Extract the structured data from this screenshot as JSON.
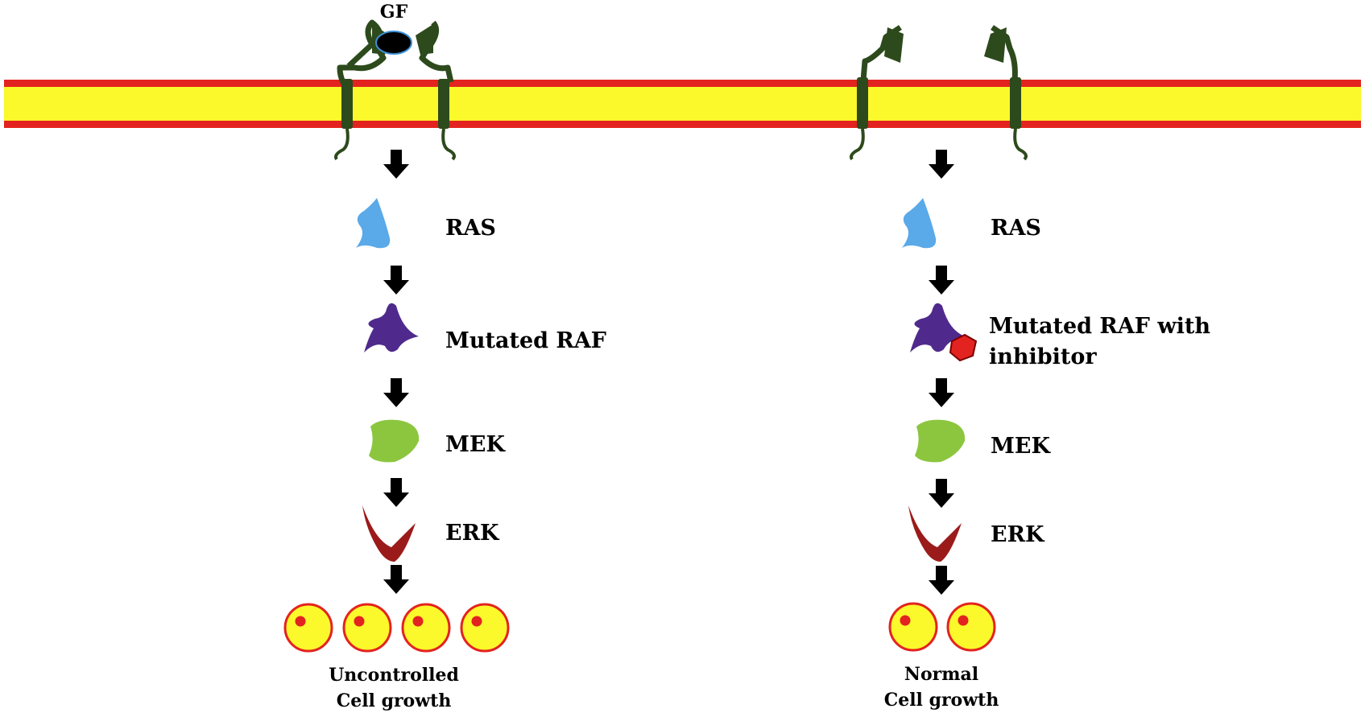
{
  "membrane": {
    "outer_color": "#e3231f",
    "inner_color": "#fbf82b"
  },
  "receptor_color": "#2d4a1c",
  "growth_factor": {
    "label": "GF",
    "color": "#000000",
    "rim_color": "#3b8fd6"
  },
  "left_pathway": {
    "steps": [
      {
        "icon": "ras-icon",
        "label": "RAS",
        "color": "#5aa9e8"
      },
      {
        "icon": "raf-icon",
        "label": "Mutated RAF",
        "color": "#4f2a8c"
      },
      {
        "icon": "mek-icon",
        "label": "MEK",
        "color": "#8cc63f"
      },
      {
        "icon": "erk-icon",
        "label": "ERK",
        "color": "#9b1b1b"
      }
    ],
    "cell_count": 4,
    "outcome_line1": "Uncontrolled",
    "outcome_line2": "Cell growth"
  },
  "right_pathway": {
    "steps": [
      {
        "icon": "ras-icon",
        "label": "RAS",
        "color": "#5aa9e8"
      },
      {
        "icon": "raf-icon",
        "label_line1": "Mutated RAF with",
        "label_line2": "inhibitor",
        "color": "#4f2a8c",
        "inhibitor_color": "#e3231f"
      },
      {
        "icon": "mek-icon",
        "label": "MEK",
        "color": "#8cc63f"
      },
      {
        "icon": "erk-icon",
        "label": "ERK",
        "color": "#9b1b1b"
      }
    ],
    "cell_count": 2,
    "outcome_line1": "Normal",
    "outcome_line2": "Cell growth"
  },
  "cell": {
    "fill": "#fbf82b",
    "stroke": "#e3231f",
    "nucleus": "#e3231f"
  }
}
